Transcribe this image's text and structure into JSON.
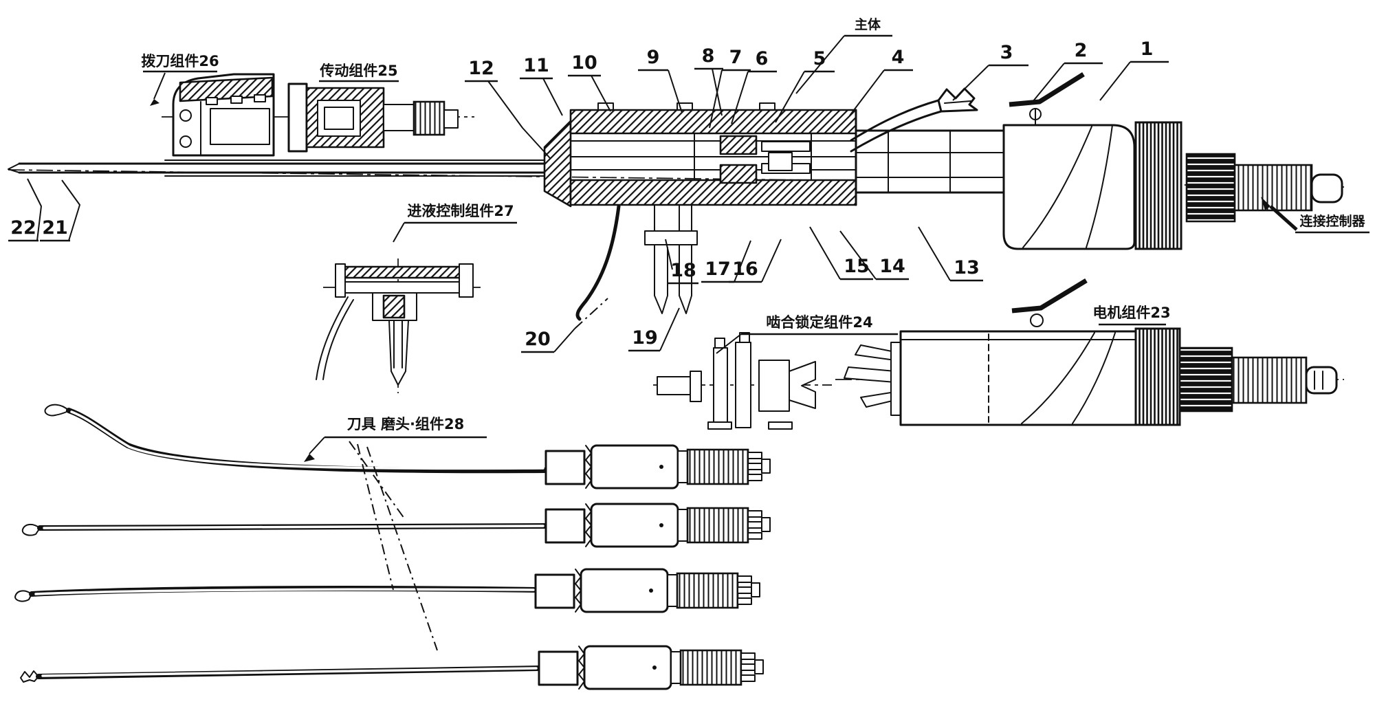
{
  "callouts": {
    "c1": "1",
    "c2": "2",
    "c3": "3",
    "c4": "4",
    "c5": "5",
    "c6": "6",
    "c7": "7",
    "c8": "8",
    "c9": "9",
    "c10": "10",
    "c11": "11",
    "c12": "12",
    "c13": "13",
    "c14": "14",
    "c15": "15",
    "c16": "16",
    "c17": "17",
    "c18": "18",
    "c19": "19",
    "c20": "20",
    "c21": "21",
    "c22": "22"
  },
  "labels": {
    "main_body": "主体",
    "blade_change": "拨刀组件26",
    "transmission": "传动组件25",
    "fluid_control": "进液控制组件27",
    "engage_lock": "啮合锁定组件24",
    "motor": "电机组件23",
    "cutter_set": "刀具 磨头·组件28",
    "controller_link": "连接控制器"
  },
  "colors": {
    "ink": "#111111",
    "paper": "#ffffff"
  }
}
